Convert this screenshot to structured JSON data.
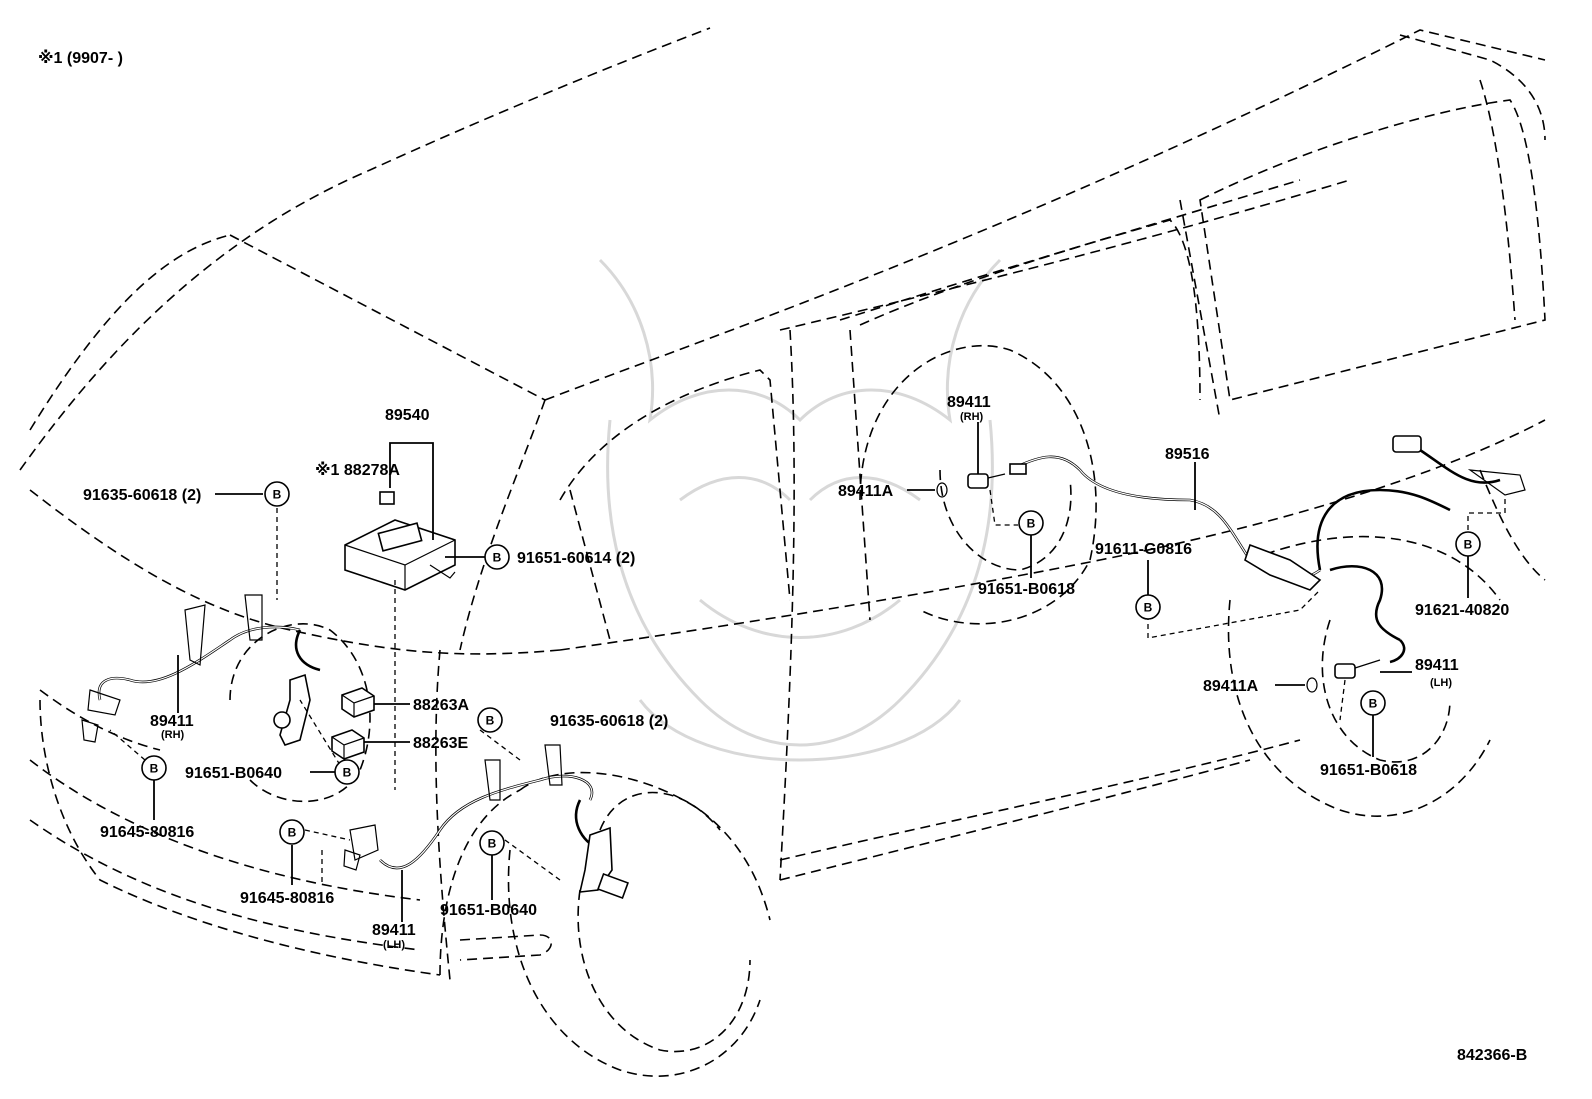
{
  "header": {
    "note": "※1 (9907-        )"
  },
  "footer": {
    "diagram_code": "842366-B"
  },
  "labels": {
    "computer_assy": "89540",
    "relay_note": "※1 88278A",
    "bolt_b_ecu": "91635-60618 (2)",
    "bolt_b_ecu_side": "91651-60614 (2)",
    "relay_a": "88263A",
    "relay_e": "88263E",
    "bolt_relay": "91635-60618 (2)",
    "sensor_fr_rh": "89411",
    "sensor_fr_rh_side": "(RH)",
    "bolt_fr_rh": "91651-B0640",
    "bolt_fr_rh_lower": "91645-80816",
    "sensor_fr_lh": "89411",
    "sensor_fr_lh_side": "(LH)",
    "bolt_fr_lh_a": "91645-80816",
    "bolt_fr_lh_b": "91651-B0640",
    "sensor_rr_rh": "89411",
    "sensor_rr_rh_side": "(RH)",
    "oring_rr_rh": "89411A",
    "bolt_rr_rh": "91651-B0618",
    "wire_harness": "89516",
    "bolt_harness": "91611-G0816",
    "bolt_harness_r": "91621-40820",
    "sensor_rr_lh": "89411",
    "sensor_rr_lh_side": "(LH)",
    "oring_rr_lh": "89411A",
    "bolt_rr_lh": "91651-B0618"
  },
  "marker_letter": "B"
}
